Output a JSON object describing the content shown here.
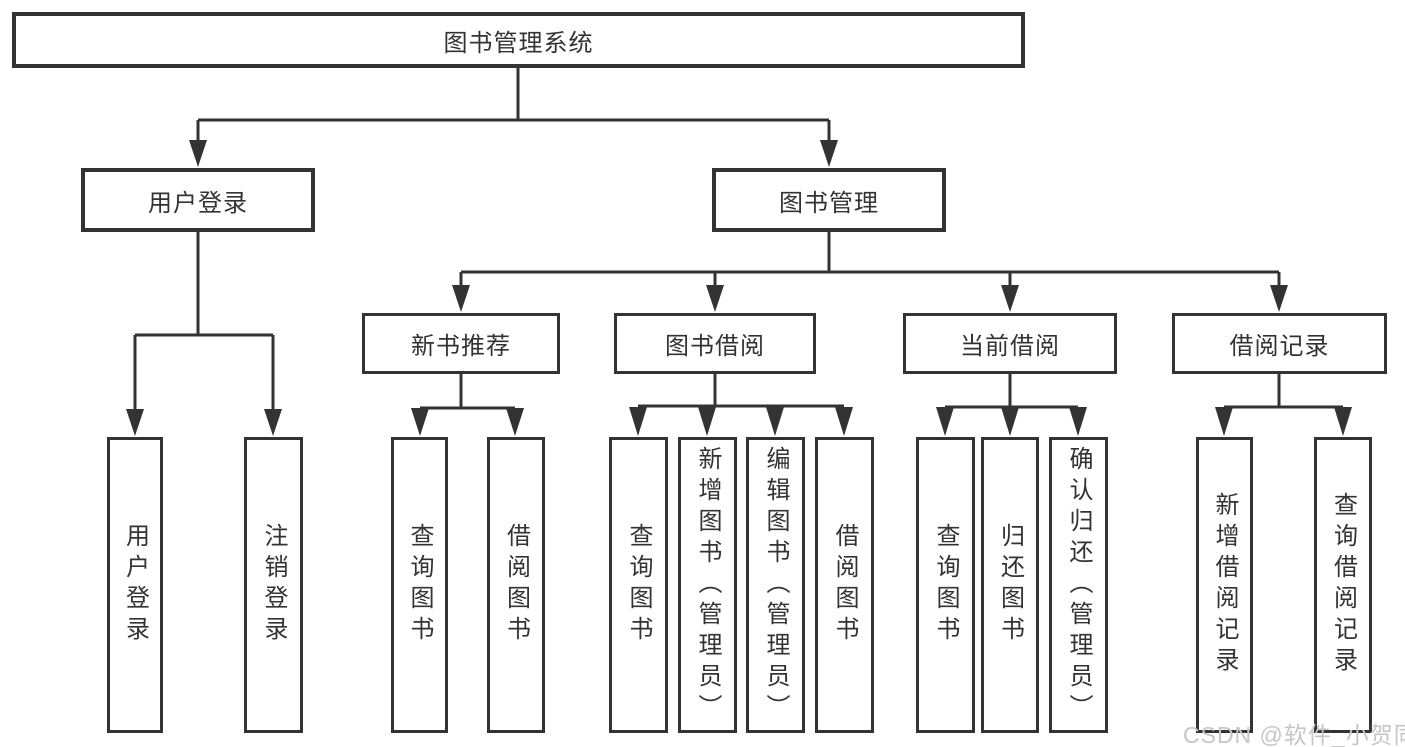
{
  "tree": {
    "root": {
      "label": "图书管理系统",
      "children": [
        {
          "label": "用户登录",
          "children": [
            {
              "label": "用户登录"
            },
            {
              "label": "注销登录"
            }
          ]
        },
        {
          "label": "图书管理",
          "children": [
            {
              "label": "新书推荐",
              "children": [
                {
                  "label": "查询图书"
                },
                {
                  "label": "借阅图书"
                }
              ]
            },
            {
              "label": "图书借阅",
              "children": [
                {
                  "label": "查询图书"
                },
                {
                  "label": "新增图书（管理员）"
                },
                {
                  "label": "编辑图书（管理员）"
                },
                {
                  "label": "借阅图书"
                }
              ]
            },
            {
              "label": "当前借阅",
              "children": [
                {
                  "label": "查询图书"
                },
                {
                  "label": "归还图书"
                },
                {
                  "label": "确认归还（管理员）"
                }
              ]
            },
            {
              "label": "借阅记录",
              "children": [
                {
                  "label": "新增借阅记录"
                },
                {
                  "label": "查询借阅记录"
                }
              ]
            }
          ]
        }
      ]
    }
  },
  "watermark": "CSDN @软件_小贺同学",
  "colors": {
    "line": "#333333",
    "box_border": "#333333",
    "text": "#333333",
    "watermark": "#c6c6c6",
    "background": "#ffffff"
  }
}
